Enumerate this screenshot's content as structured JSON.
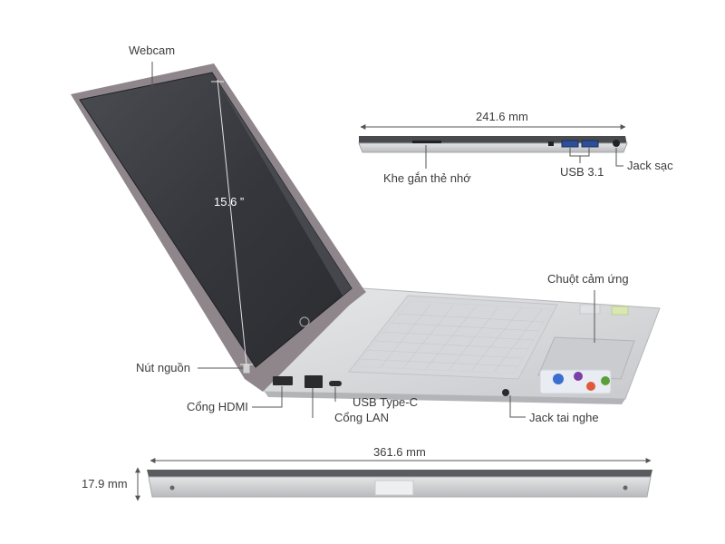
{
  "labels": {
    "webcam": "Webcam",
    "screen_size": "15.6 ”",
    "power_button": "Nút nguồn",
    "hdmi_port": "Cổng HDMI",
    "lan_port": "Cổng LAN",
    "usb_type_c": "USB Type-C",
    "headphone_jack": "Jack tai nghe",
    "touchpad": "Chuột cảm ứng",
    "memory_card_slot": "Khe gắn thẻ nhớ",
    "usb_31": "USB 3.1",
    "charging_jack": "Jack sạc"
  },
  "dimensions": {
    "depth": "241.6 mm",
    "width": "361.6 mm",
    "thickness": "17.9 mm"
  },
  "colors": {
    "lid_frame": "#8a8085",
    "screen": "#3d3f44",
    "body_silver": "#d9dadc",
    "keys": "#e9eaec",
    "line": "#555555"
  }
}
